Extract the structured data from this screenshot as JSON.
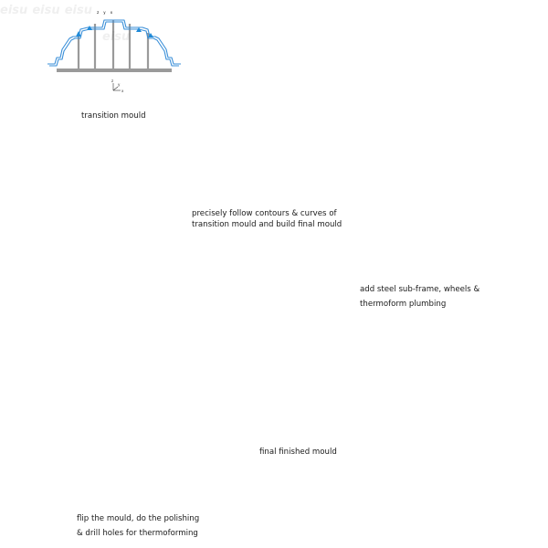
{
  "captions": {
    "transition": "transition mould",
    "follow_line1": "precisely follow contours & curves of",
    "follow_line2": "transition mould and build final mould",
    "steel_line1": "add steel sub-frame, wheels &",
    "steel_line2": "thermoform plumbing",
    "final": "final finished mould",
    "flip_line1": "flip the mould, do the polishing",
    "flip_line2": "& drill holes for thermoforming"
  },
  "axis_labels": {
    "z": "z",
    "y": "y",
    "x": "x"
  },
  "watermark": "eisu",
  "colors": {
    "mould_line": "#e02020",
    "transition_line": "#3a8fd8",
    "arrow_fill": "#1f8ad8",
    "frame": "#4a4a4a",
    "base": "#9a9a9a",
    "process_arrow": "#111111"
  },
  "icons": {
    "rotate": "rotate-icon",
    "process_arrow": "arrow-right-icon",
    "wheel": "wheel-icon"
  }
}
